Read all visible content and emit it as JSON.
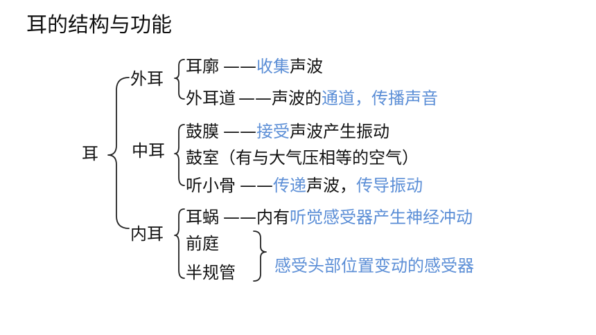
{
  "title": "耳的结构与功能",
  "root": "耳",
  "outer_ear": {
    "label": "外耳",
    "items": [
      {
        "name": "耳廓",
        "dash": "——",
        "pre": "",
        "hl": "收集",
        "post": "声波"
      },
      {
        "name": "外耳道",
        "dash": "——",
        "pre": "声波的",
        "hl": "通道，传播声音",
        "post": ""
      }
    ]
  },
  "middle_ear": {
    "label": "中耳",
    "items": [
      {
        "name": "鼓膜",
        "dash": "——",
        "pre": "",
        "hl": "接受",
        "post": "声波产生振动"
      },
      {
        "name": "鼓室（有与大气压相等的空气）"
      },
      {
        "name": "听小骨",
        "dash": "——",
        "pre": "",
        "hl": "传递",
        "post": "声波，",
        "hl2": "传导振动"
      }
    ]
  },
  "inner_ear": {
    "label": "内耳",
    "items": [
      {
        "name": "耳蜗",
        "dash": "——",
        "pre": "内有",
        "hl": "听觉感受器产生神经冲动",
        "post": ""
      },
      {
        "name": "前庭"
      },
      {
        "name": "半规管"
      }
    ],
    "group_function": "感受头部位置变动的感受器"
  },
  "colors": {
    "highlight": "#5b8ed6",
    "text": "#111111"
  }
}
